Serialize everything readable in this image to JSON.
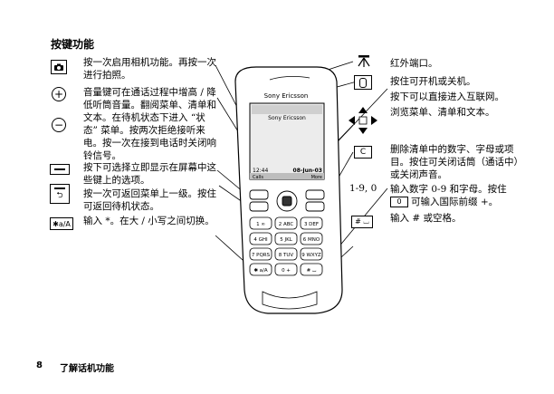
{
  "page": {
    "section_title": "按键功能",
    "page_number": "8",
    "footer_title": "了解话机功能"
  },
  "left_items": [
    {
      "icon": "camera-icon",
      "text": "按一次启用相机功能。再按一次进行拍照。"
    },
    {
      "icon": "volume-up-icon",
      "text": "音量键可在通话过程中增高 / 降低听筒音量。翻阅菜单、清单和文本。在待机状态下进入 “状态” 菜单。按两次拒绝接听来电。按一次在接到电话时关闭响铃信号。"
    },
    {
      "icon": "volume-down-icon",
      "text": ""
    },
    {
      "icon": "selection-key-icon",
      "text": "按下可选择立即显示在屏幕中这些键上的选项。"
    },
    {
      "icon": "back-key-icon",
      "text": "按一次可返回菜单上一级。按住可返回待机状态。"
    },
    {
      "icon": "star-key-icon",
      "key_label": "✱a/A",
      "text": "输入 *。在大 / 小写之间切换。"
    }
  ],
  "right_items": [
    {
      "icon": "infrared-port-icon",
      "text": "红外端口。"
    },
    {
      "icon": "power-key-icon",
      "text": "按住可开机或关机。"
    },
    {
      "icon": "",
      "text": "按下可以直接进入互联网。"
    },
    {
      "icon": "navigation-key-icon",
      "text": "浏览菜单、清单和文本。"
    },
    {
      "icon": "clear-key-icon",
      "key_label": "C",
      "text": "删除清单中的数字、字母或项目。按住可关闭话筒（通话中）或关闭声音。"
    },
    {
      "icon": "",
      "key_label": "1-9, 0",
      "text": "输入数字 0-9 和字母。按住",
      "inline_key": "0",
      "text_after": "可输入国际前缀 +。"
    },
    {
      "icon": "hash-key-icon",
      "key_label": "# ⌴",
      "text": "输入 # 或空格。"
    }
  ],
  "phone": {
    "brand": "Sony Ericsson",
    "screen_operator": "Sony Ericsson",
    "screen_time": "12:44",
    "screen_date": "08-Jun-03",
    "softkey_left": "Calls",
    "softkey_right": "More",
    "keypad": [
      "1 ∞",
      "2 ABC",
      "3 DEF",
      "4 GHI",
      "5 JKL",
      "6 MNO",
      "7 PQRS",
      "8 TUV",
      "9 WXYZ",
      "✱ a/A",
      "0 +",
      "# ⌴"
    ]
  },
  "colors": {
    "text": "#000000",
    "background": "#ffffff",
    "screen": "#ececec"
  }
}
